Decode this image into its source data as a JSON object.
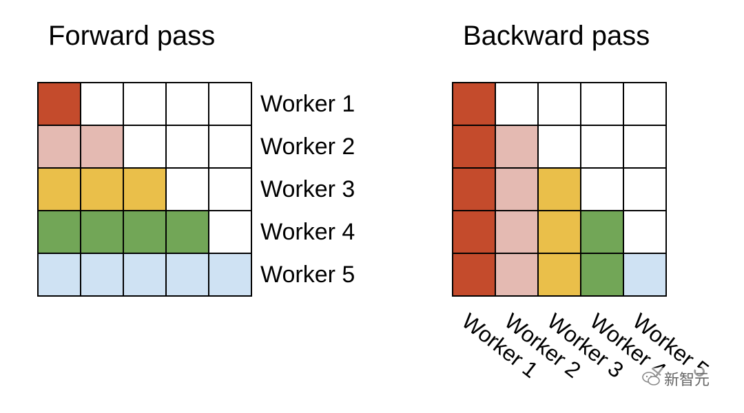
{
  "forward": {
    "title": "Forward pass",
    "rows": [
      [
        "#c44b2c",
        "#ffffff",
        "#ffffff",
        "#ffffff",
        "#ffffff"
      ],
      [
        "#e4bab2",
        "#e4bab2",
        "#ffffff",
        "#ffffff",
        "#ffffff"
      ],
      [
        "#eabf4a",
        "#eabf4a",
        "#eabf4a",
        "#ffffff",
        "#ffffff"
      ],
      [
        "#72a657",
        "#72a657",
        "#72a657",
        "#72a657",
        "#ffffff"
      ],
      [
        "#cfe2f3",
        "#cfe2f3",
        "#cfe2f3",
        "#cfe2f3",
        "#cfe2f3"
      ]
    ],
    "row_labels": [
      "Worker 1",
      "Worker 2",
      "Worker 3",
      "Worker 4",
      "Worker 5"
    ]
  },
  "backward": {
    "title": "Backward pass",
    "rows": [
      [
        "#c44b2c",
        "#ffffff",
        "#ffffff",
        "#ffffff",
        "#ffffff"
      ],
      [
        "#c44b2c",
        "#e4bab2",
        "#ffffff",
        "#ffffff",
        "#ffffff"
      ],
      [
        "#c44b2c",
        "#e4bab2",
        "#eabf4a",
        "#ffffff",
        "#ffffff"
      ],
      [
        "#c44b2c",
        "#e4bab2",
        "#eabf4a",
        "#72a657",
        "#ffffff"
      ],
      [
        "#c44b2c",
        "#e4bab2",
        "#eabf4a",
        "#72a657",
        "#cfe2f3"
      ]
    ],
    "col_labels": [
      "Worker 1",
      "Worker 2",
      "Worker 3",
      "Worker 4",
      "Worker 5"
    ]
  },
  "watermark": {
    "text": "新智元",
    "icon": "wechat-icon"
  }
}
